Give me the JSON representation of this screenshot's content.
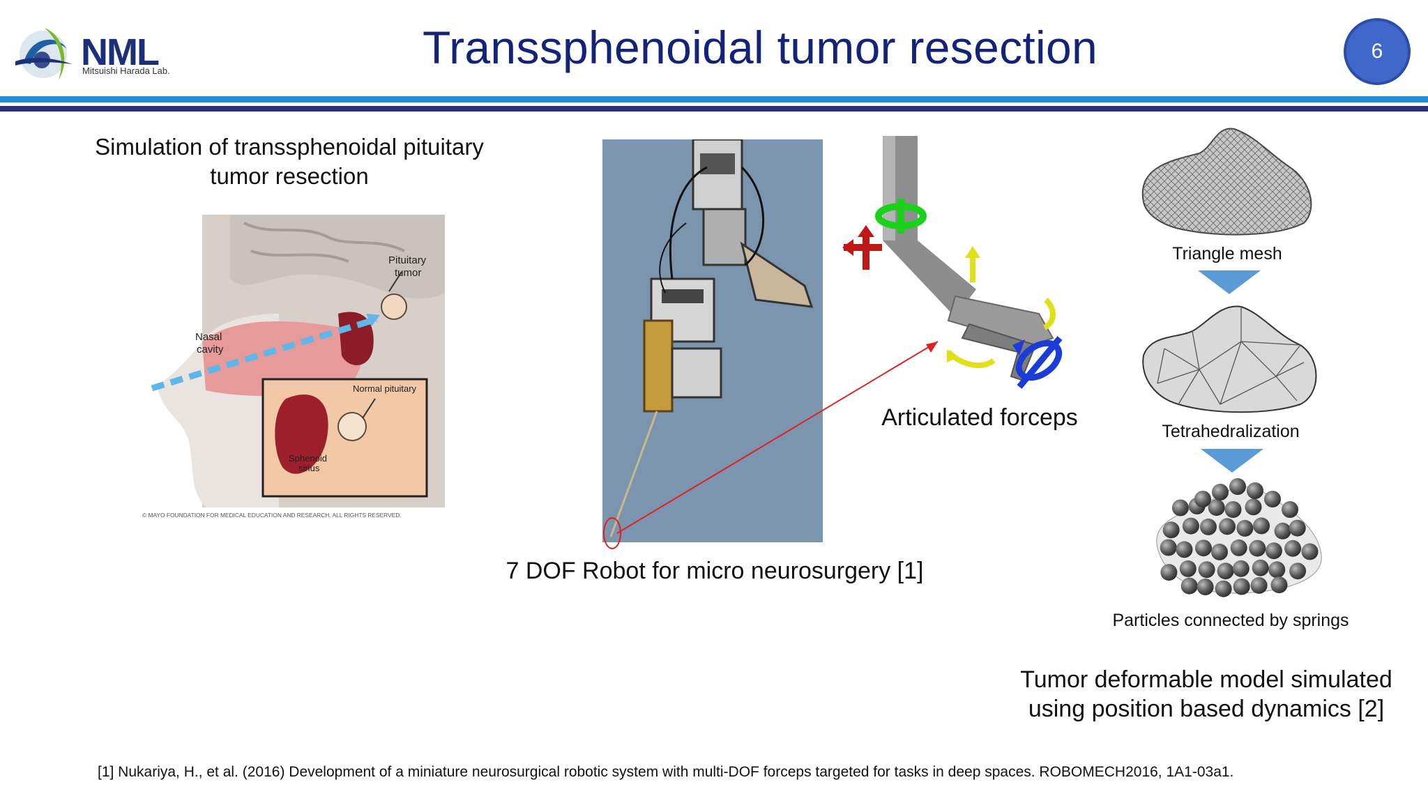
{
  "header": {
    "logo_text": "NML",
    "logo_subtext": "Mitsuishi Harada Lab.",
    "title": "Transsphenoidal tumor resection",
    "page_number": "6"
  },
  "left_panel": {
    "caption": "Simulation of transsphenoidal pituitary tumor resection",
    "figure_labels": {
      "pituitary_tumor_1": "Pituitary",
      "pituitary_tumor_2": "tumor",
      "nasal_cavity_1": "Nasal",
      "nasal_cavity_2": "cavity",
      "normal_pituitary": "Normal pituitary",
      "sphenoid_sinus_1": "Sphenoid",
      "sphenoid_sinus_2": "sinus",
      "copyright": "© MAYO FOUNDATION FOR MEDICAL EDUCATION AND RESEARCH. ALL RIGHTS RESERVED."
    }
  },
  "center_panel": {
    "robot_caption": "7 DOF Robot for micro neurosurgery [1]",
    "forceps_caption": "Articulated forceps"
  },
  "right_panel": {
    "triangle_mesh_label": "Triangle mesh",
    "tetrahedralization_label": "Tetrahedralization",
    "particles_label": "Particles connected by springs",
    "model_caption": "Tumor deformable model simulated using position based dynamics [2]"
  },
  "footer": {
    "reference": "[1] Nukariya, H., et al. (2016) Development of a miniature neurosurgical robotic system with multi-DOF forceps targeted for tasks in deep spaces. ROBOMECH2016, 1A1-03a1."
  },
  "colors": {
    "title": "#14237a",
    "rule_blue": "#1f8fd6",
    "rule_navy": "#28317a",
    "badge": "#3f67c9",
    "pointer_red": "#e02020"
  }
}
